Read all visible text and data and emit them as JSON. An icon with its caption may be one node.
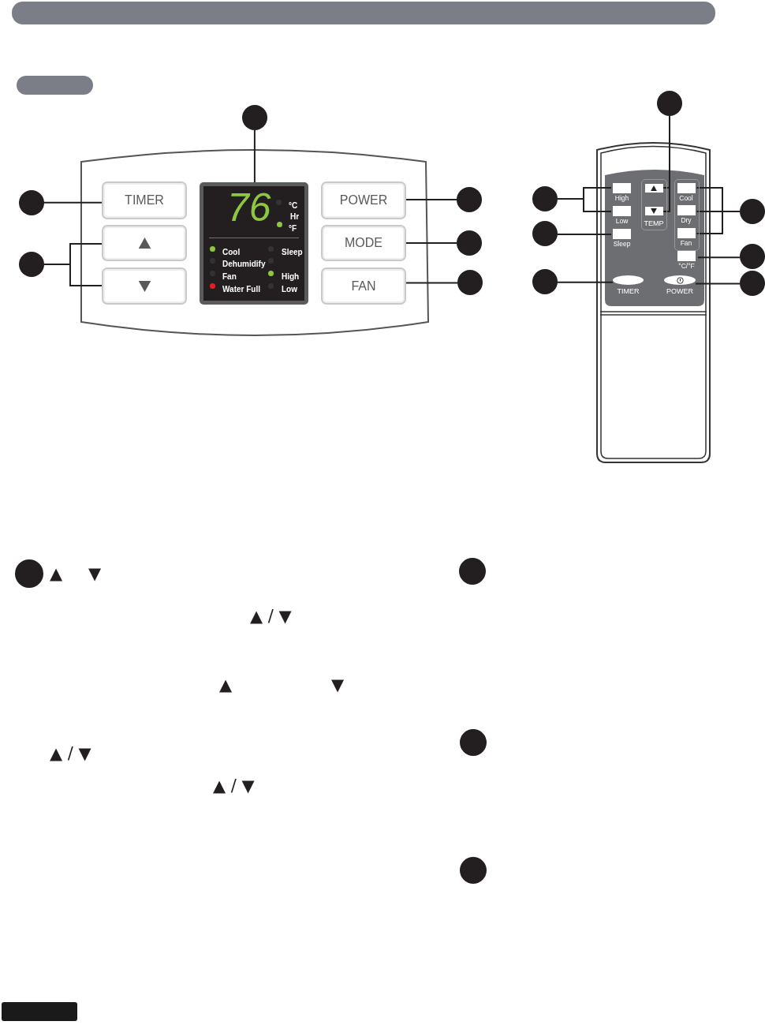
{
  "diagram": {
    "nodes": [
      {
        "text": [],
        "shape": "circle"
      },
      {
        "text": [],
        "shape": "circle"
      },
      {
        "text": [],
        "shape": "circle"
      },
      {
        "text": [
          "TIMER"
        ]
      },
      {
        "text": [],
        "shape": "box"
      },
      {
        "text": [],
        "shape": "box"
      },
      {
        "text": [
          "76",
          "°C",
          "Hr",
          "°F",
          "Cool",
          "Sleep",
          "Dehumidify",
          "Fan",
          "High",
          "Water Full",
          "Low"
        ]
      },
      {
        "text": [
          "POWER"
        ]
      },
      {
        "text": [
          "MODE"
        ]
      },
      {
        "text": [
          "FAN"
        ]
      },
      {
        "text": [],
        "shape": "circle"
      },
      {
        "text": [],
        "shape": "circle"
      },
      {
        "text": [],
        "shape": "circle"
      },
      {
        "text": [],
        "shape": "circle"
      },
      {
        "text": [],
        "shape": "circle"
      },
      {
        "text": [
          "High"
        ]
      },
      {
        "text": [
          "Low"
        ]
      },
      {
        "text": [
          "Sleep"
        ]
      },
      {
        "text": [
          "TEMP"
        ]
      },
      {
        "text": [],
        "shape": "box",
        "in": 18
      },
      {
        "text": [],
        "shape": "box",
        "in": 18
      },
      {
        "text": [],
        "shape": "box"
      },
      {
        "text": [
          "Cool"
        ],
        "in": 21
      },
      {
        "text": [
          "Dry"
        ],
        "in": 21
      },
      {
        "text": [
          "Fan"
        ],
        "in": 21
      },
      {
        "text": [],
        "shape": "circle"
      },
      {
        "text": [
          "°C/°F"
        ]
      },
      {
        "text": [],
        "shape": "circle"
      },
      {
        "text": [],
        "shape": "circle"
      },
      {
        "text": [],
        "shape": "circle"
      },
      {
        "text": [
          "TIMER"
        ]
      },
      {
        "text": [
          "POWER"
        ]
      },
      {
        "text": [],
        "shape": "circle"
      },
      {
        "text": [],
        "shape": "circle",
        "beside": [
          "▲",
          "▼"
        ]
      },
      {
        "text": [],
        "shape": "circle"
      },
      {
        "text": [],
        "shape": "circle"
      },
      {
        "text": [],
        "shape": "circle"
      },
      {
        "text": [],
        "shape": "bar"
      },
      {
        "text": [],
        "shape": "bar"
      },
      {
        "text": [],
        "shape": "bar"
      }
    ],
    "edges": [
      {
        "from": 0,
        "to": 6,
        "arrow": "none"
      },
      {
        "from": 1,
        "to": 3,
        "arrow": "none"
      },
      {
        "from": 2,
        "to": 4,
        "arrow": "none"
      },
      {
        "from": 2,
        "to": 5,
        "arrow": "none"
      },
      {
        "from": 10,
        "to": 7,
        "arrow": "none"
      },
      {
        "from": 11,
        "to": 8,
        "arrow": "none"
      },
      {
        "from": 12,
        "to": 9,
        "arrow": "none"
      },
      {
        "from": 13,
        "to": 19,
        "arrow": "none"
      },
      {
        "from": 13,
        "to": 20,
        "arrow": "none"
      },
      {
        "from": 14,
        "to": 15,
        "arrow": "none"
      },
      {
        "from": 14,
        "to": 16,
        "arrow": "none"
      },
      {
        "from": 28,
        "to": 17,
        "arrow": "none"
      },
      {
        "from": 29,
        "to": 30,
        "arrow": "none"
      },
      {
        "from": 25,
        "to": 22,
        "arrow": "none"
      },
      {
        "from": 25,
        "to": 23,
        "arrow": "none"
      },
      {
        "from": 25,
        "to": 24,
        "arrow": "none"
      },
      {
        "from": 27,
        "to": 26,
        "arrow": "none"
      },
      {
        "from": 32,
        "to": 31,
        "arrow": "none"
      }
    ],
    "labels": [
      "▲ / ▼",
      "▲",
      "▼",
      "▲ / ▼",
      "▲ / ▼"
    ]
  }
}
